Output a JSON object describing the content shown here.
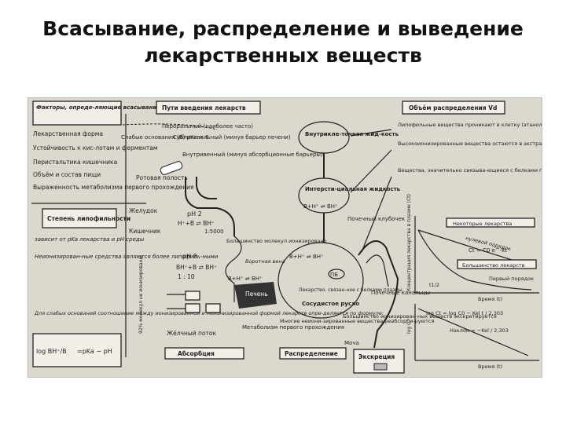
{
  "title": {
    "line1": "Всасывание, распределение и выведение",
    "line2": "лекарственных веществ"
  },
  "diagram": {
    "factors_header": "Факторы, опреде-ляющие всасывание лекарства из кишечника",
    "factors_list": [
      "Лекарственная форма",
      "Устойчивость к кис-лотам и ферментам",
      "Перистальтика кишечника",
      "Объём и состав пищи",
      "Выраженность метаболизма первого прохождения"
    ],
    "lipophilicity_box": "Степень липофильности",
    "depends_text": "зависит от pKa лекарства и pH среды",
    "non_ionized_text": "Неионизирован-ные средства являются более липофиль-ными",
    "weak_bases_text": "Для слабых оснований соотношение между ионизированной и неионизированной формой лекарств опре-деляется по формуле:",
    "formula_lhs": "log BH⁺/B",
    "formula_rhs": "=pKa − pH",
    "routes_header": "Пути введения лекарств",
    "route_oral": "Пероральный (наиболее часто)",
    "route_sublingual": "Сублингвальный (минуя барьер печени)",
    "route_intravenous": "Внутривенный (минуя абсорбционные барьеры)",
    "weak_bases_label": "Слабые основания (В) pKa = 8",
    "oral_cavity": "Ротовая полость",
    "stomach": "Желудок",
    "intestine": "Кишечник",
    "ph2": "pH 2",
    "ratio_stomach": "H⁺+B ⇌ BH⁺",
    "ratio_1_5000": "1:5000",
    "ph8": "pH 8",
    "ratio_intestine": "BH⁺+B ⇌ BH⁺",
    "ratio_1_10": "1 : 10",
    "percent_non_ionized": "92% молекул не ионизированы",
    "majority_ionized": "Большинство молекул ионизировано",
    "portal_vein": "Воротная вена",
    "liver": "Печень",
    "bile_flow": "Жёлчный поток",
    "first_pass": "Метаболизм первого прохождения",
    "intracellular": "Внутрикле-точная жид-кость",
    "interstitial": "Интерсти-циальная жидкость",
    "interstitial_eq": "B+H⁺ ⇌ BH⁺",
    "vessel_eq": "B+H⁺ ⇌ BH⁺",
    "pb_label": "ПБ",
    "bound_drug": "Лекарство, связан-ное с белками плазмы",
    "vascular_bed": "Сосудистое русло",
    "glomerulus": "Почечный клубочек",
    "tubules": "Почечные канальцы",
    "non_ionized_reabsorb": "Многие неиони-зированные вещества реабсорби-руются",
    "ionized_excrete": "Большинство ионизирован-ных веществ экскретируется",
    "urine": "Моча",
    "volume_header": "Объём распределения Vd",
    "vol_text1": "Липофильные вещества проникают в клетку (этанол)",
    "vol_text2": "Высокоионизированные вещества остаются в экстрацеллюлярном пространстве (тубокурарин)",
    "vol_text3": "Вещества, значительно связыва-ющиеся с белками плазмы крови и имеющие большой молекулярный вес, остаются в кровотоке (гепарин)",
    "some_drugs": "Некоторые лекарства",
    "zero_order": "нулевой порядок",
    "c_eq": "Ct = C0 e^-kt",
    "most_drugs": "Большинство лекарств",
    "first_order": "Первый порядок",
    "conc_axis": "Концентрация лекарства в плазме (Ct)",
    "time_label": "Время (t)",
    "log_axis": "log C",
    "log_eq": "log Ct = log C0 − Kel t / 2,303",
    "slope_eq": "Наклон = −Kel / 2,303",
    "t_half": "t1/2",
    "footer_absorption": "Абсорбция",
    "footer_distribution": "Распределение",
    "footer_excretion": "Экскреция"
  }
}
